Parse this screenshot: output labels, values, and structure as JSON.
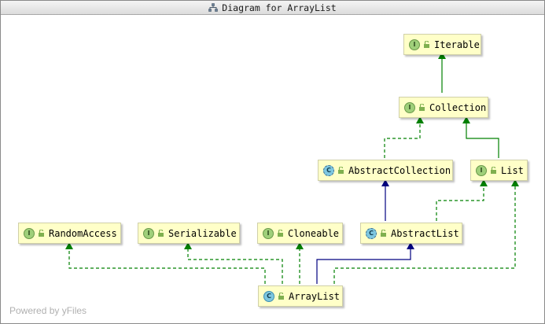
{
  "window": {
    "title": "Diagram for ArrayList"
  },
  "nodes": {
    "iterable": {
      "label": "Iterable",
      "kind": "interface",
      "badge": "I"
    },
    "collection": {
      "label": "Collection",
      "kind": "interface",
      "badge": "I"
    },
    "abstract_collection": {
      "label": "AbstractCollection",
      "kind": "abstract class",
      "badge": "C"
    },
    "list": {
      "label": "List",
      "kind": "interface",
      "badge": "I"
    },
    "random_access": {
      "label": "RandomAccess",
      "kind": "interface",
      "badge": "I"
    },
    "serializable": {
      "label": "Serializable",
      "kind": "interface",
      "badge": "I"
    },
    "cloneable": {
      "label": "Cloneable",
      "kind": "interface",
      "badge": "I"
    },
    "abstract_list": {
      "label": "AbstractList",
      "kind": "abstract class",
      "badge": "C"
    },
    "array_list": {
      "label": "ArrayList",
      "kind": "class",
      "badge": "C"
    }
  },
  "relations": [
    {
      "from": "Collection",
      "to": "Iterable",
      "type": "extends"
    },
    {
      "from": "AbstractCollection",
      "to": "Collection",
      "type": "implements"
    },
    {
      "from": "List",
      "to": "Collection",
      "type": "extends"
    },
    {
      "from": "AbstractList",
      "to": "AbstractCollection",
      "type": "extends"
    },
    {
      "from": "AbstractList",
      "to": "List",
      "type": "implements"
    },
    {
      "from": "ArrayList",
      "to": "RandomAccess",
      "type": "implements"
    },
    {
      "from": "ArrayList",
      "to": "Serializable",
      "type": "implements"
    },
    {
      "from": "ArrayList",
      "to": "Cloneable",
      "type": "implements"
    },
    {
      "from": "ArrayList",
      "to": "AbstractList",
      "type": "extends"
    },
    {
      "from": "ArrayList",
      "to": "List",
      "type": "implements"
    }
  ],
  "colors": {
    "interface_edge": "#008000",
    "class_edge": "#000080",
    "node_fill": "#ffffc8"
  },
  "icons": {
    "title_icon": "hierarchy-diagram-icon",
    "visibility_icon": "unlocked-icon"
  },
  "watermark": "Powered by yFiles"
}
